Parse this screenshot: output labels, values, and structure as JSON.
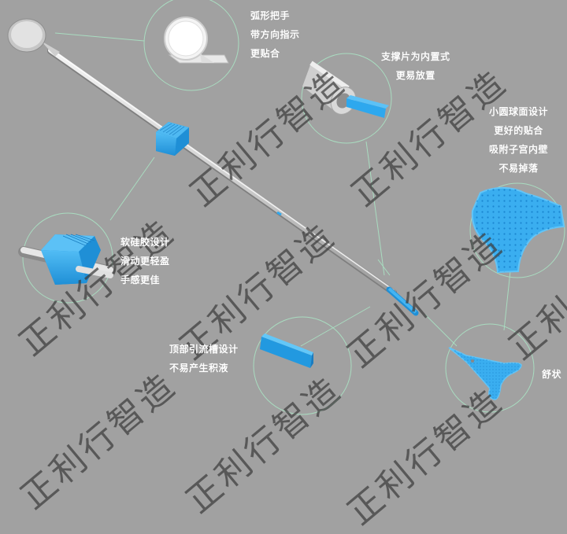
{
  "colors": {
    "background": "#a1a1a1",
    "accent_blue": "#2ea8ee",
    "leader_line": "#a9dcc0",
    "text": "#ffffff",
    "watermark": "#3c3c3c"
  },
  "watermark": {
    "text": "正利行智造"
  },
  "callouts": {
    "handle": {
      "lines": [
        "弧形把手",
        "带方向指示",
        "更贴合"
      ]
    },
    "support": {
      "lines": [
        "支撑片为内置式",
        "更易放置"
      ]
    },
    "sphere": {
      "lines": [
        "小圆球面设计",
        "更好的贴合",
        "吸附子宫内壁",
        "不易掉落"
      ]
    },
    "slider": {
      "lines": [
        "软硅胶设计",
        "滑动更轻盈",
        "手感更佳"
      ]
    },
    "groove": {
      "lines": [
        "顶部引流槽设计",
        "不易产生积液"
      ]
    },
    "tip": {
      "lines": [
        "舒状"
      ]
    }
  }
}
